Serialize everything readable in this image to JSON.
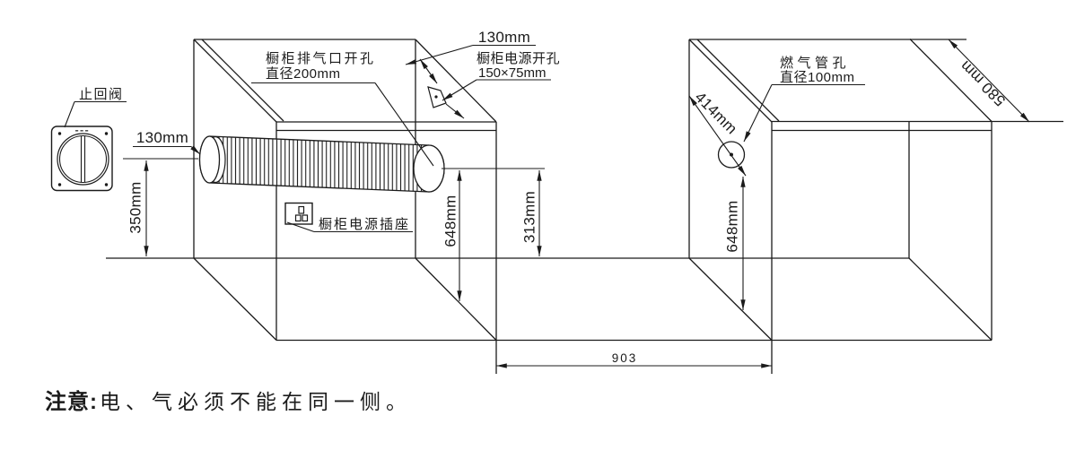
{
  "figure": {
    "note": {
      "emphasis": "注意:",
      "body": "电、气必须不能在同一侧。"
    },
    "labels": {
      "check_valve": "止回阀",
      "exhaust_hole_title": "橱柜排气口开孔",
      "exhaust_hole_size": "直径200mm",
      "power_hole_title": "橱柜电源开孔",
      "power_hole_size": "150×75mm",
      "power_socket": "橱柜电源插座",
      "gas_hole_title": "燃气管孔",
      "gas_hole_size": "直径100mm"
    },
    "dimensions": {
      "duct_stub": "130mm",
      "power_hole_offset": "130mm",
      "valve_center_height": "350mm",
      "exhaust_center_height": "648mm",
      "duct_to_base": "313mm",
      "gas_hole_offset": "414mm",
      "gas_hole_height": "648mm",
      "middle_gap": "903",
      "cabinet_depth": "580 mm"
    }
  }
}
